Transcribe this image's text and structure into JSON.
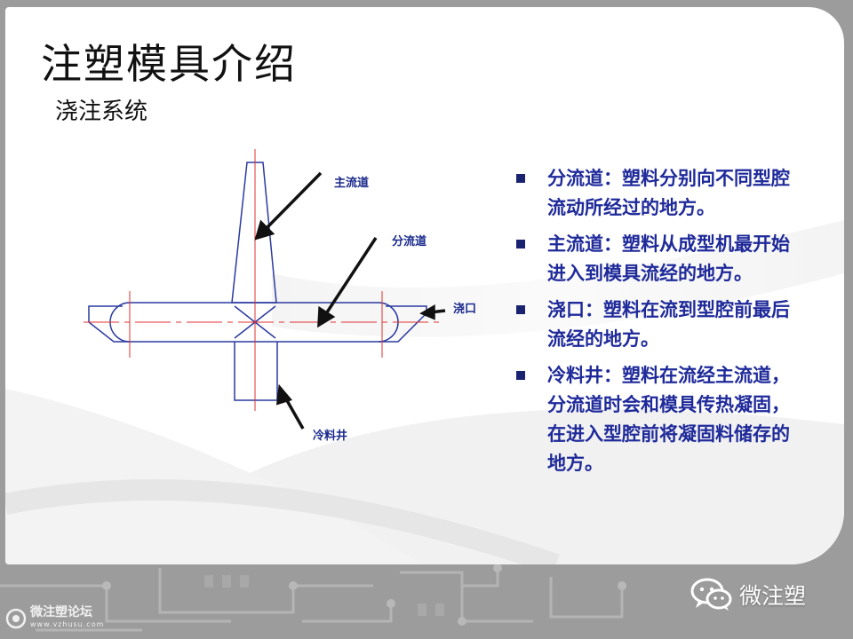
{
  "slide": {
    "title": "注塑模具介绍",
    "subtitle": "浇注系统"
  },
  "diagram": {
    "labels": {
      "main_runner": "主流道",
      "branch_runner": "分流道",
      "gate": "浇口",
      "cold_well": "冷料井"
    },
    "colors": {
      "outline": "#2b3aa0",
      "centerline": "#e03030",
      "label": "#1a2a8c"
    }
  },
  "bullets": [
    {
      "text": "分流道：塑料分别向不同型腔流动所经过的地方。"
    },
    {
      "text": "主流道：塑料从成型机最开始进入到模具流经的地方。"
    },
    {
      "text": "浇口：塑料在流到型腔前最后流经的地方。"
    },
    {
      "text": "冷料井：塑料在流经主流道，分流道时会和模具传热凝固，在进入型腔前将凝固料储存的地方。"
    }
  ],
  "watermark": {
    "wechat_icon": "wechat-icon",
    "wechat_text": "微注塑",
    "forum_icon": "forum-logo-icon",
    "forum_name": "微注塑论坛",
    "forum_url": "www.vzhusu.com"
  },
  "colors": {
    "bullet_text": "#1f2a9a",
    "bullet_marker": "#1a2370",
    "background": "#9a9a9a",
    "slide": "#ffffff"
  }
}
